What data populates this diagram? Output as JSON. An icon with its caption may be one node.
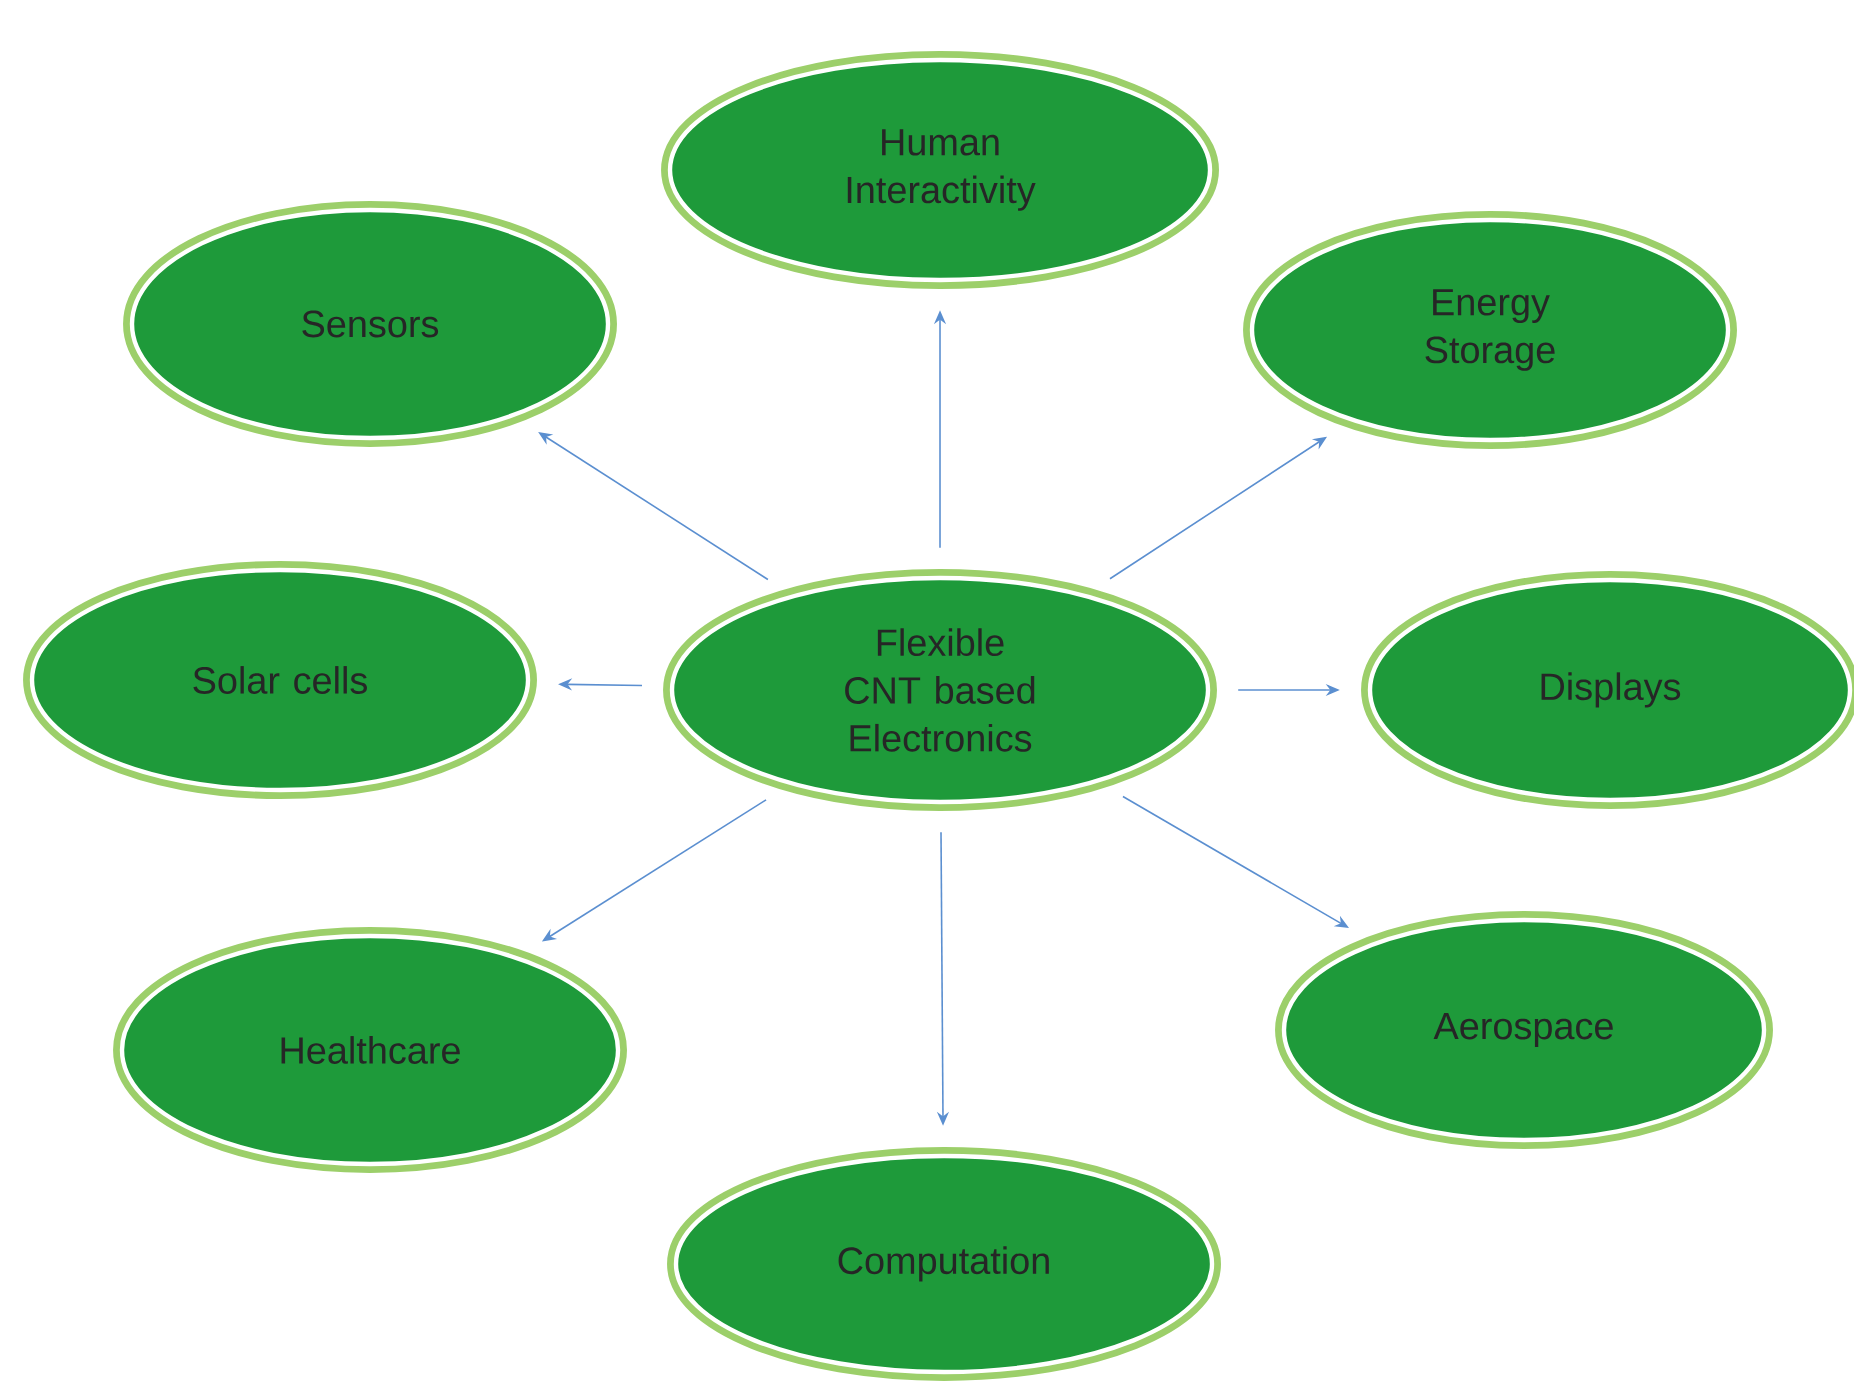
{
  "diagram": {
    "nodes": [
      {
        "text": [
          "Flexible CNT based Electronics"
        ]
      },
      {
        "text": [
          "Human Interactivity"
        ]
      },
      {
        "text": [
          "Sensors"
        ]
      },
      {
        "text": [
          "Energy Storage"
        ]
      },
      {
        "text": [
          "Solar cells"
        ]
      },
      {
        "text": [
          "Displays"
        ]
      },
      {
        "text": [
          "Healthcare"
        ]
      },
      {
        "text": [
          "Aerospace"
        ]
      },
      {
        "text": [
          "Computation"
        ]
      }
    ],
    "edges": [
      {
        "from": 0,
        "to": 1,
        "arrow": "to"
      },
      {
        "from": 0,
        "to": 2,
        "arrow": "to"
      },
      {
        "from": 0,
        "to": 3,
        "arrow": "to"
      },
      {
        "from": 0,
        "to": 4,
        "arrow": "to"
      },
      {
        "from": 0,
        "to": 5,
        "arrow": "to"
      },
      {
        "from": 0,
        "to": 6,
        "arrow": "to"
      },
      {
        "from": 0,
        "to": 7,
        "arrow": "to"
      },
      {
        "from": 0,
        "to": 8,
        "arrow": "to"
      }
    ]
  }
}
